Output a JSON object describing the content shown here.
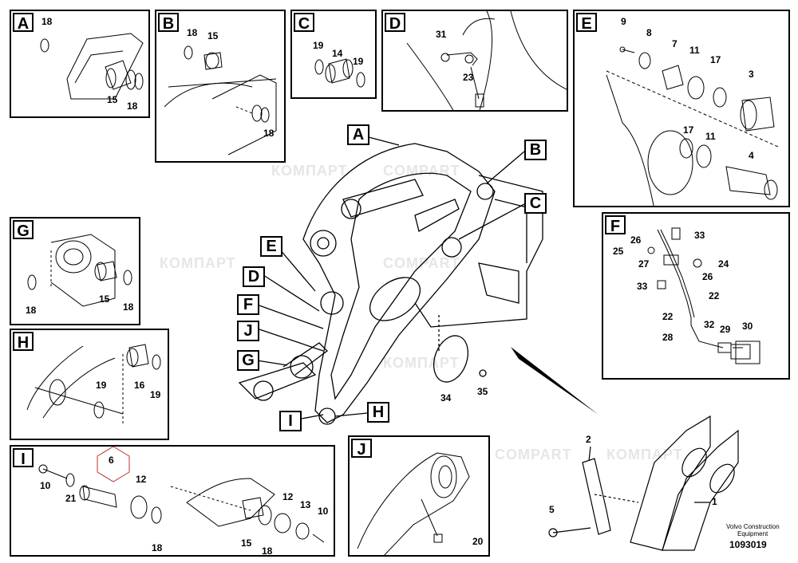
{
  "watermarks": [
    "КОМПАРТ",
    "COMPART"
  ],
  "panels": {
    "A": {
      "label": "A",
      "parts": [
        "18",
        "15",
        "18"
      ]
    },
    "B": {
      "label": "B",
      "parts": [
        "18",
        "15",
        "18"
      ]
    },
    "C": {
      "label": "C",
      "parts": [
        "19",
        "14",
        "19"
      ]
    },
    "D": {
      "label": "D",
      "parts": [
        "31",
        "23"
      ]
    },
    "E": {
      "label": "E",
      "parts": [
        "9",
        "8",
        "7",
        "11",
        "17",
        "3",
        "17",
        "11",
        "4"
      ]
    },
    "F": {
      "label": "F",
      "parts": [
        "26",
        "33",
        "25",
        "27",
        "24",
        "33",
        "26",
        "22",
        "22",
        "32",
        "29",
        "30",
        "28"
      ]
    },
    "G": {
      "label": "G",
      "parts": [
        "18",
        "15",
        "18"
      ]
    },
    "H": {
      "label": "H",
      "parts": [
        "19",
        "16",
        "19"
      ]
    },
    "I": {
      "label": "I",
      "parts": [
        "10",
        "21",
        "6",
        "12",
        "18",
        "12",
        "13",
        "10",
        "15",
        "18"
      ]
    },
    "J": {
      "label": "J",
      "parts": [
        "20"
      ]
    }
  },
  "main_callouts": [
    "A",
    "B",
    "C",
    "E",
    "D",
    "F",
    "J",
    "G",
    "I",
    "H"
  ],
  "main_parts": [
    "34",
    "35"
  ],
  "overview_parts": [
    "2",
    "5",
    "1"
  ],
  "caption": {
    "brand": "Volvo Construction",
    "sub": "Equipment",
    "code": "1093019"
  }
}
